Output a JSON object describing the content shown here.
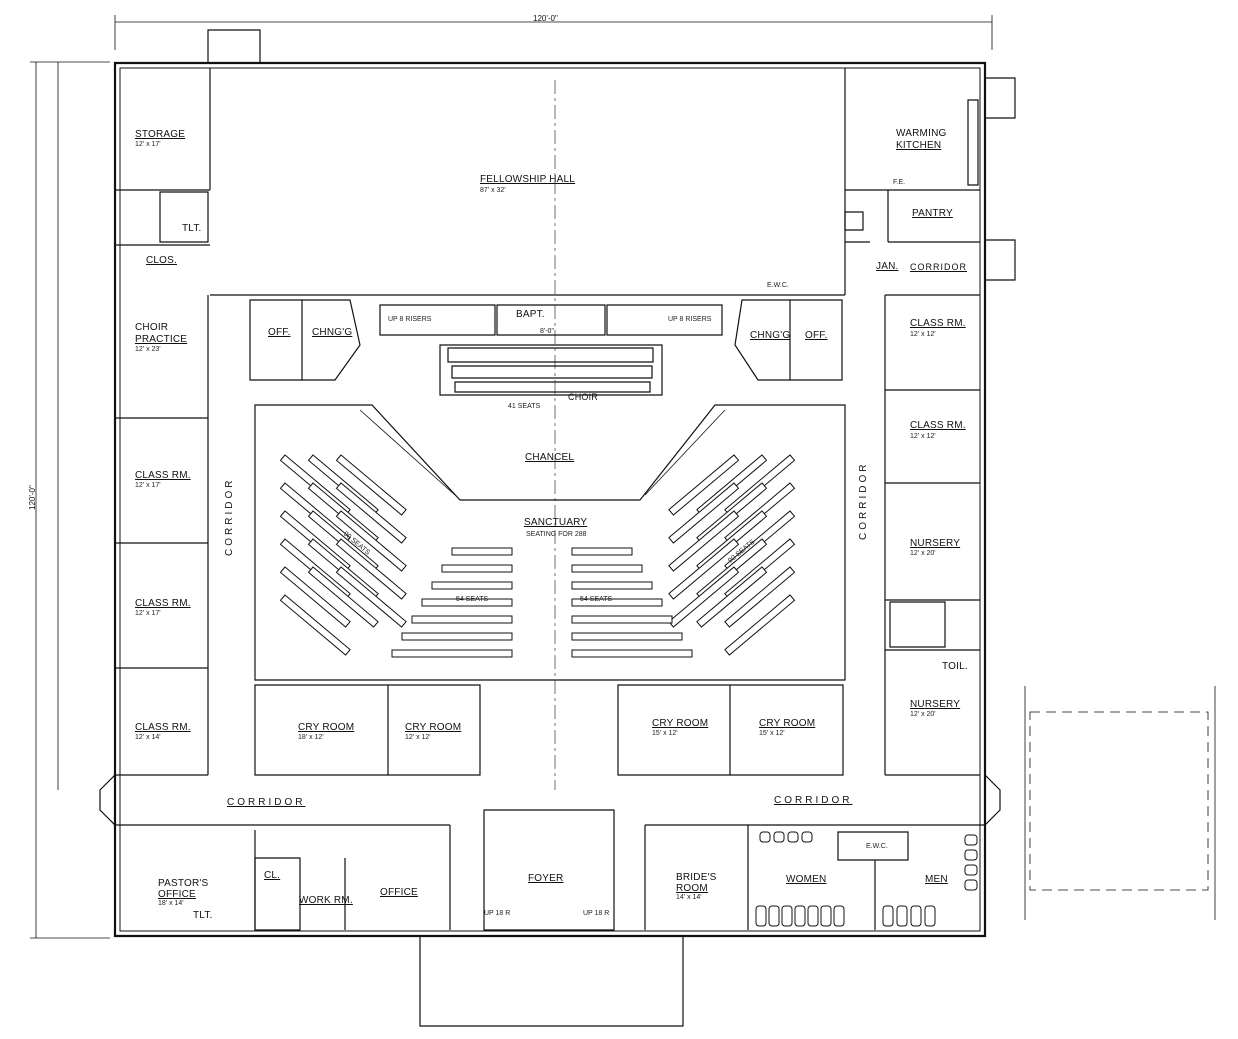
{
  "dimensions": {
    "width": "120'-0\"",
    "height": "120'-0\""
  },
  "rooms": {
    "storage": {
      "name": "STORAGE",
      "size": "12' x 17'"
    },
    "fellowship_hall": {
      "name": "FELLOWSHIP HALL",
      "size": "87' x 32'"
    },
    "warming_kitchen": {
      "name_line1": "WARMING",
      "name_line2": "KITCHEN"
    },
    "pantry": {
      "name": "PANTRY"
    },
    "toilet_nw": {
      "name": "TLT."
    },
    "closet_nw": {
      "name": "CLOS."
    },
    "jan": {
      "name": "JAN."
    },
    "corridor_ne": {
      "name": "CORRIDOR"
    },
    "choir_practice": {
      "name_line1": "CHOIR",
      "name_line2": "PRACTICE",
      "size": "12' x 23'"
    },
    "off_left": {
      "name": "OFF."
    },
    "chngg_left": {
      "name": "CHNG'G"
    },
    "bapt": {
      "name": "BAPT.",
      "size": "8'-0\""
    },
    "chngg_right": {
      "name": "CHNG'G"
    },
    "off_right": {
      "name": "OFF."
    },
    "class_ne1": {
      "name": "CLASS RM.",
      "size": "12' x 12'"
    },
    "class_ne2": {
      "name": "CLASS RM.",
      "size": "12' x 12'"
    },
    "choir": {
      "name": "CHOIR",
      "seats": "41 SEATS"
    },
    "chancel": {
      "name": "CHANCEL"
    },
    "class_w1": {
      "name": "CLASS RM.",
      "size": "12' x 17'"
    },
    "class_w2": {
      "name": "CLASS RM.",
      "size": "12' x 17'"
    },
    "class_w3": {
      "name": "CLASS RM.",
      "size": "12' x 14'"
    },
    "sanctuary": {
      "name": "SANCTUARY",
      "seating": "SEATING FOR 288"
    },
    "pews_left": {
      "seats": "90 SEATS"
    },
    "pews_center_left": {
      "seats": "54 SEATS"
    },
    "pews_center_right": {
      "seats": "54 SEATS"
    },
    "pews_right": {
      "seats": "90 SEATS"
    },
    "corridor_w": {
      "name": "CORRIDOR"
    },
    "corridor_e": {
      "name": "CORRIDOR"
    },
    "nursery1": {
      "name": "NURSERY",
      "size": "12' x 20'"
    },
    "toil": {
      "name": "TOIL."
    },
    "nursery2": {
      "name": "NURSERY",
      "size": "12' x 20'"
    },
    "cry1": {
      "name": "CRY ROOM",
      "size": "18' x 12'"
    },
    "cry2": {
      "name": "CRY ROOM",
      "size": "12' x 12'"
    },
    "cry3": {
      "name": "CRY ROOM",
      "size": "15' x 12'"
    },
    "cry4": {
      "name": "CRY ROOM",
      "size": "15' x 12'"
    },
    "corridor_sw": {
      "name": "CORRIDOR"
    },
    "corridor_se": {
      "name": "CORRIDOR"
    },
    "pastors_office": {
      "name_line1": "PASTOR'S",
      "name_line2": "OFFICE",
      "size": "18' x 14'"
    },
    "cl": {
      "name": "CL."
    },
    "work_rm": {
      "name": "WORK RM."
    },
    "tlt_s": {
      "name": "TLT."
    },
    "office": {
      "name": "OFFICE"
    },
    "foyer": {
      "name": "FOYER"
    },
    "brides_room": {
      "name_line1": "BRIDE'S",
      "name_line2": "ROOM",
      "size": "14' x 14'"
    },
    "women": {
      "name": "WOMEN"
    },
    "men": {
      "name": "MEN"
    }
  },
  "stair_notes": {
    "up_left_top": "UP 8 RISERS",
    "up_right_top": "UP 8 RISERS",
    "up_left_foyer": "UP 18 R",
    "up_right_foyer": "UP 18 R"
  },
  "fixtures": {
    "ewc_top": "E.W.C.",
    "ewc_bottom": "E.W.C.",
    "fe": "F.E."
  }
}
